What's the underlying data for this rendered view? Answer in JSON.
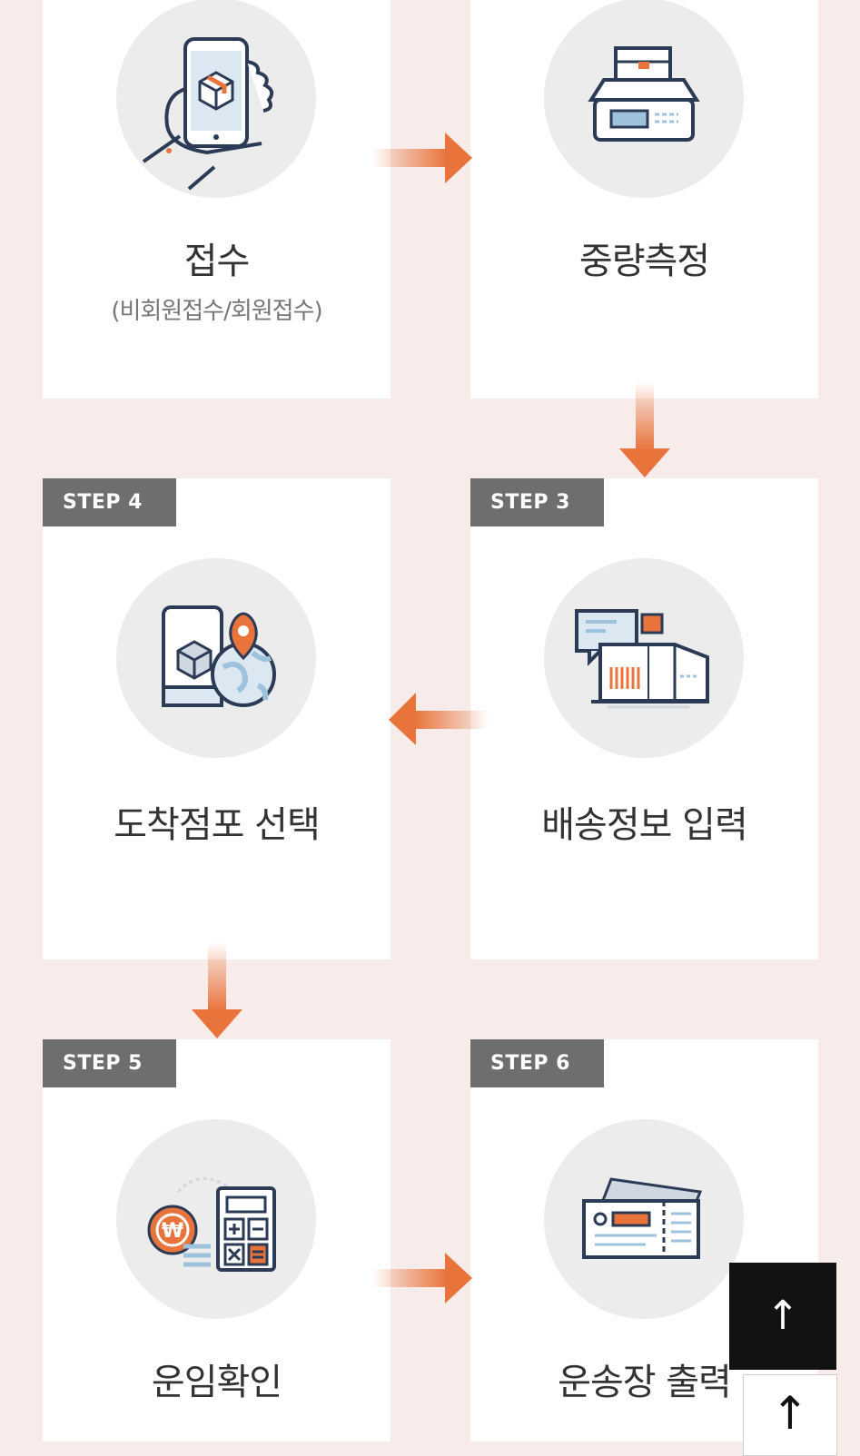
{
  "steps": [
    {
      "title": "접수",
      "subtitle": "(비회원접수/회원접수)",
      "icon": "phone-package-icon"
    },
    {
      "title": "중량측정",
      "icon": "scale-icon"
    },
    {
      "badge": "STEP 3",
      "title": "배송정보 입력",
      "icon": "shipping-info-icon"
    },
    {
      "badge": "STEP 4",
      "title": "도착점포 선택",
      "icon": "location-globe-icon"
    },
    {
      "badge": "STEP 5",
      "title": "운임확인",
      "icon": "calculator-won-icon"
    },
    {
      "badge": "STEP 6",
      "title": "운송장 출력",
      "icon": "waybill-ticket-icon"
    }
  ],
  "buttons": {
    "scroll_top": "↑",
    "scroll_top_outline": "↑"
  },
  "colors": {
    "accent": "#e8743b",
    "navy": "#2b3a55",
    "badge": "#6e6e6e",
    "background": "#f7ecea"
  }
}
